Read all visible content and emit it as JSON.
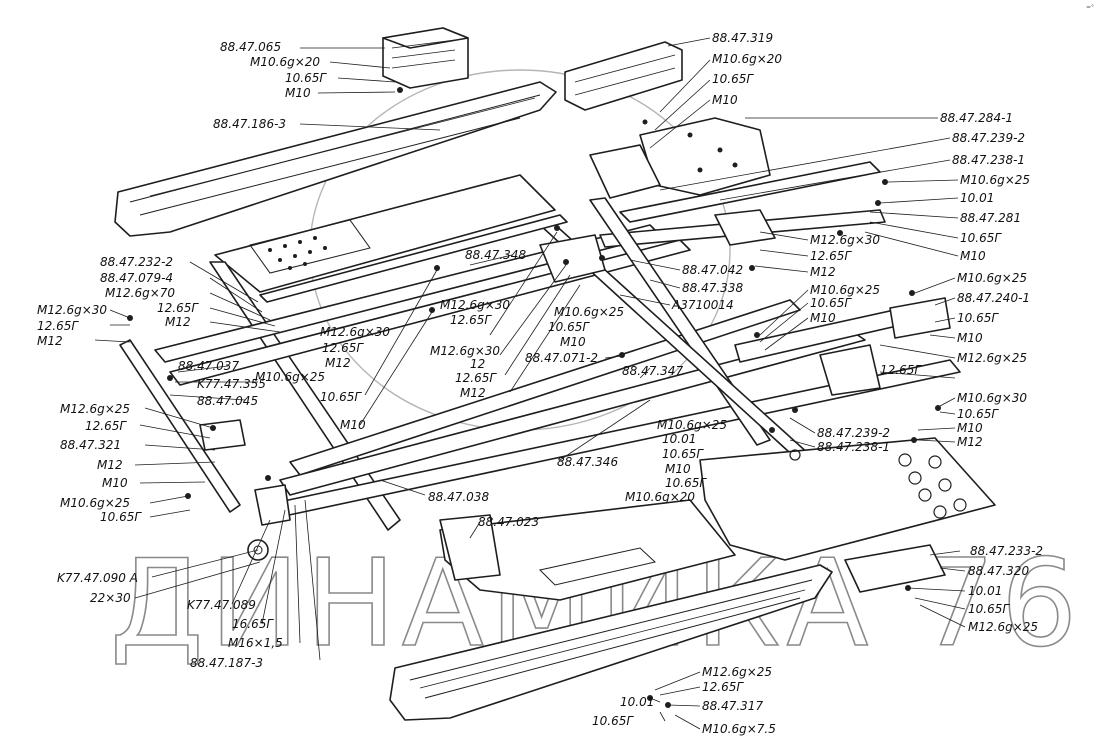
{
  "watermark": "ДИНАМИКА 76",
  "corner_mark": "=°",
  "labels": [
    "88.47.065",
    "M10.6g×20",
    "10.65Г",
    "M10",
    "88.47.186-3",
    "88.47.319",
    "M10.6g×20",
    "10.65Г",
    "M10",
    "88.47.284-1",
    "88.47.239-2",
    "88.47.238-1",
    "M10.6g×25",
    "10.01",
    "88.47.281",
    "10.65Г",
    "M10",
    "M12.6g×30",
    "12.65Г",
    "M12",
    "88.47.042",
    "88.47.338",
    "A3710014",
    "M10.6g×25",
    "10.65Г",
    "M10",
    "M10.6g×25",
    "88.47.240-1",
    "10.65Г",
    "M10",
    "M12.6g×25",
    "12.65Г",
    "M10.6g×30",
    "10.65Г",
    "M10",
    "M12",
    "88.47.239-2",
    "88.47.238-1",
    "88.47.232-2",
    "88.47.079-4",
    "M12.6g×70",
    "12.65Г",
    "M12",
    "88.47.348",
    "M12.6g×30",
    "12.65Г",
    "M12",
    "M12.6g×30",
    "12.65Г",
    "M12.6g×30",
    "12",
    "12.65Г",
    "M12",
    "M10.6g×25",
    "10.65Г",
    "M10",
    "88.47.071-2",
    "88.47.347",
    "M12.6g×30",
    "12.65Г",
    "M12",
    "88.47.037",
    "K77.47.355",
    "88.47.045",
    "M10.6g×25",
    "10.65Г",
    "M10",
    "M12.6g×25",
    "12.65Г",
    "88.47.321",
    "M12",
    "M10",
    "M10.6g×25",
    "10.65Г",
    "M10.6g×25",
    "10.01",
    "10.65Г",
    "M10",
    "10.65Г",
    "M10.6g×20",
    "88.47.346",
    "88.47.038",
    "88.47.023",
    "K77.47.090 A",
    "22×30",
    "K77.47.089",
    "16.65Г",
    "M16×1,5",
    "88.47.187-3",
    "88.47.233-2",
    "88.47.320",
    "10.01",
    "10.65Г",
    "M12.6g×25",
    "M12.6g×25",
    "12.65Г",
    "10.01",
    "88.47.317",
    "10.65Г",
    "M10.6g×7.5"
  ]
}
